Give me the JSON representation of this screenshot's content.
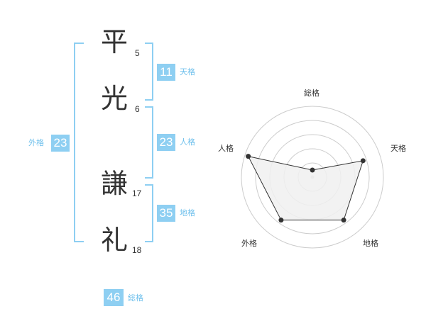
{
  "name_chars": [
    {
      "char": "平",
      "strokes": "5"
    },
    {
      "char": "光",
      "strokes": "6"
    },
    {
      "char": "謙",
      "strokes": "17"
    },
    {
      "char": "礼",
      "strokes": "18"
    }
  ],
  "kaku": {
    "tenkaku": {
      "value": "11",
      "label": "天格"
    },
    "jinkaku": {
      "value": "23",
      "label": "人格"
    },
    "chikaku": {
      "value": "35",
      "label": "地格"
    },
    "gaikaku": {
      "value": "23",
      "label": "外格"
    },
    "soukaku": {
      "value": "46",
      "label": "総格"
    }
  },
  "chart_data": {
    "type": "radar",
    "axes": [
      "総格",
      "天格",
      "地格",
      "外格",
      "人格"
    ],
    "values": [
      0.1,
      0.75,
      0.75,
      0.75,
      0.95
    ],
    "max": 1,
    "rings": 5,
    "colors": {
      "fill": "#f0f0f0",
      "line": "#333333",
      "grid": "#cccccc",
      "accent": "#8ecff2"
    }
  }
}
